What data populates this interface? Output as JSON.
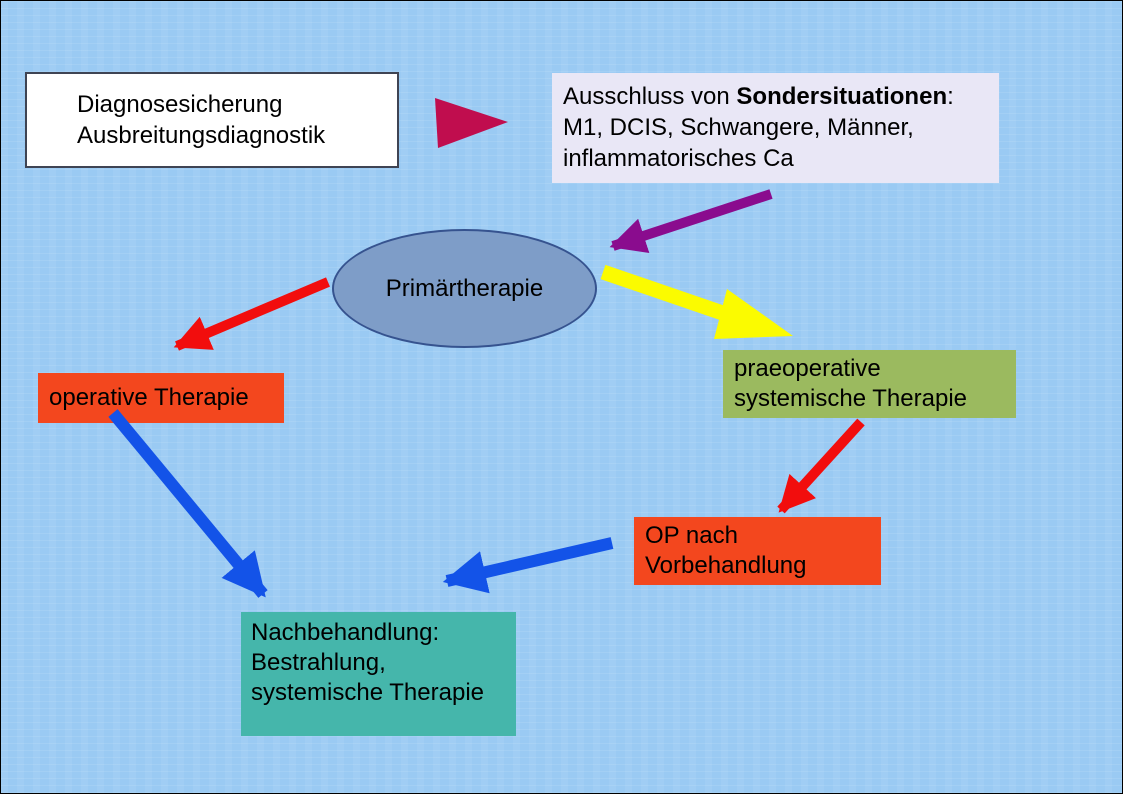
{
  "slide": {
    "background_color": "#9ACAF3",
    "boxes": {
      "diagnose": {
        "line1": "Diagnosesicherung",
        "line2": "Ausbreitungsdiagnostik",
        "bg": "#FFFFFF"
      },
      "sonder": {
        "line1_prefix": "Ausschluss von ",
        "line1_bold": "Sondersituationen",
        "line1_suffix": ":",
        "line2": "M1, DCIS, Schwangere, Männer,",
        "line3": "inflammatorisches Ca",
        "bg": "#E9E7F6"
      },
      "primaer": {
        "label": "Primärtherapie",
        "bg": "#7E9DC8",
        "border_color": "#36538F"
      },
      "operative": {
        "label": "operative Therapie",
        "bg": "#F3471E"
      },
      "praeop": {
        "line1": "praeoperative",
        "line2": "systemische Therapie",
        "bg": "#9BBA5F"
      },
      "op_nach": {
        "line1": "OP nach",
        "line2": "Vorbehandlung",
        "bg": "#F3471E"
      },
      "nachbehandlung": {
        "line1": "Nachbehandlung:",
        "line2": "Bestrahlung,",
        "line3": "systemische Therapie",
        "bg": "#45B6AB"
      }
    },
    "arrows": {
      "triangle_color": "#C00D4E",
      "purple_color": "#8A0C8E",
      "red_color": "#F20D0D",
      "yellow_color": "#FBFB00",
      "blue_color": "#1353E8"
    }
  }
}
